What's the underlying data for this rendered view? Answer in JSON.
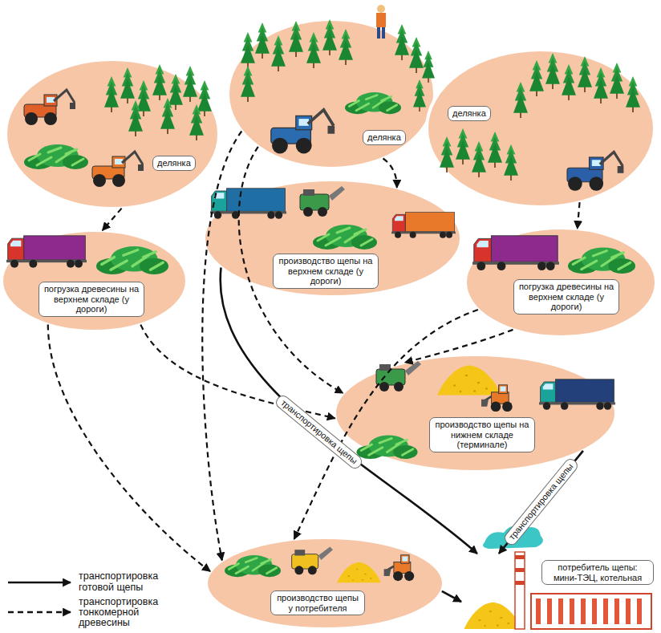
{
  "diagram": {
    "nodes": [
      {
        "text": [
          "делянка"
        ]
      },
      {
        "text": [
          "делянка"
        ]
      },
      {
        "text": [
          "делянка"
        ]
      },
      {
        "text": [
          "погрузка древесины на верхнем складе (у дороги)"
        ]
      },
      {
        "text": [
          "производство щепы на верхнем складе (у дороги)"
        ]
      },
      {
        "text": [
          "погрузка древесины на верхнем складе (у дороги)"
        ]
      },
      {
        "text": [
          "производство щепы на нижнем складе (терминале)"
        ]
      },
      {
        "text": [
          "производство щепы у потребителя"
        ]
      },
      {
        "text": [
          "потребитель щепы: мини-ТЭЦ, котельная"
        ]
      }
    ],
    "edges": [
      {
        "from": 0,
        "to": 3,
        "arrow": "to"
      },
      {
        "from": 1,
        "to": 4,
        "arrow": "to"
      },
      {
        "from": 2,
        "to": 5,
        "arrow": "to"
      },
      {
        "from": 1,
        "to": 7,
        "arrow": "to"
      },
      {
        "from": 1,
        "to": 6,
        "arrow": "to"
      },
      {
        "from": 3,
        "to": 7,
        "arrow": "to"
      },
      {
        "from": 3,
        "to": 6,
        "arrow": "to"
      },
      {
        "from": 5,
        "to": 6,
        "arrow": "to"
      },
      {
        "from": 5,
        "to": 7,
        "arrow": "to"
      },
      {
        "from": 4,
        "to": 8,
        "label": "транспортировка щепы",
        "arrow": "to"
      },
      {
        "from": 6,
        "to": 8,
        "label": "транспортировка щепы",
        "arrow": "to"
      },
      {
        "from": 7,
        "to": 8,
        "arrow": "to"
      }
    ],
    "legend": [
      {
        "text": "транспортировка готовой щепы"
      },
      {
        "text": "транспортировка тонкомерной древесины"
      }
    ]
  }
}
